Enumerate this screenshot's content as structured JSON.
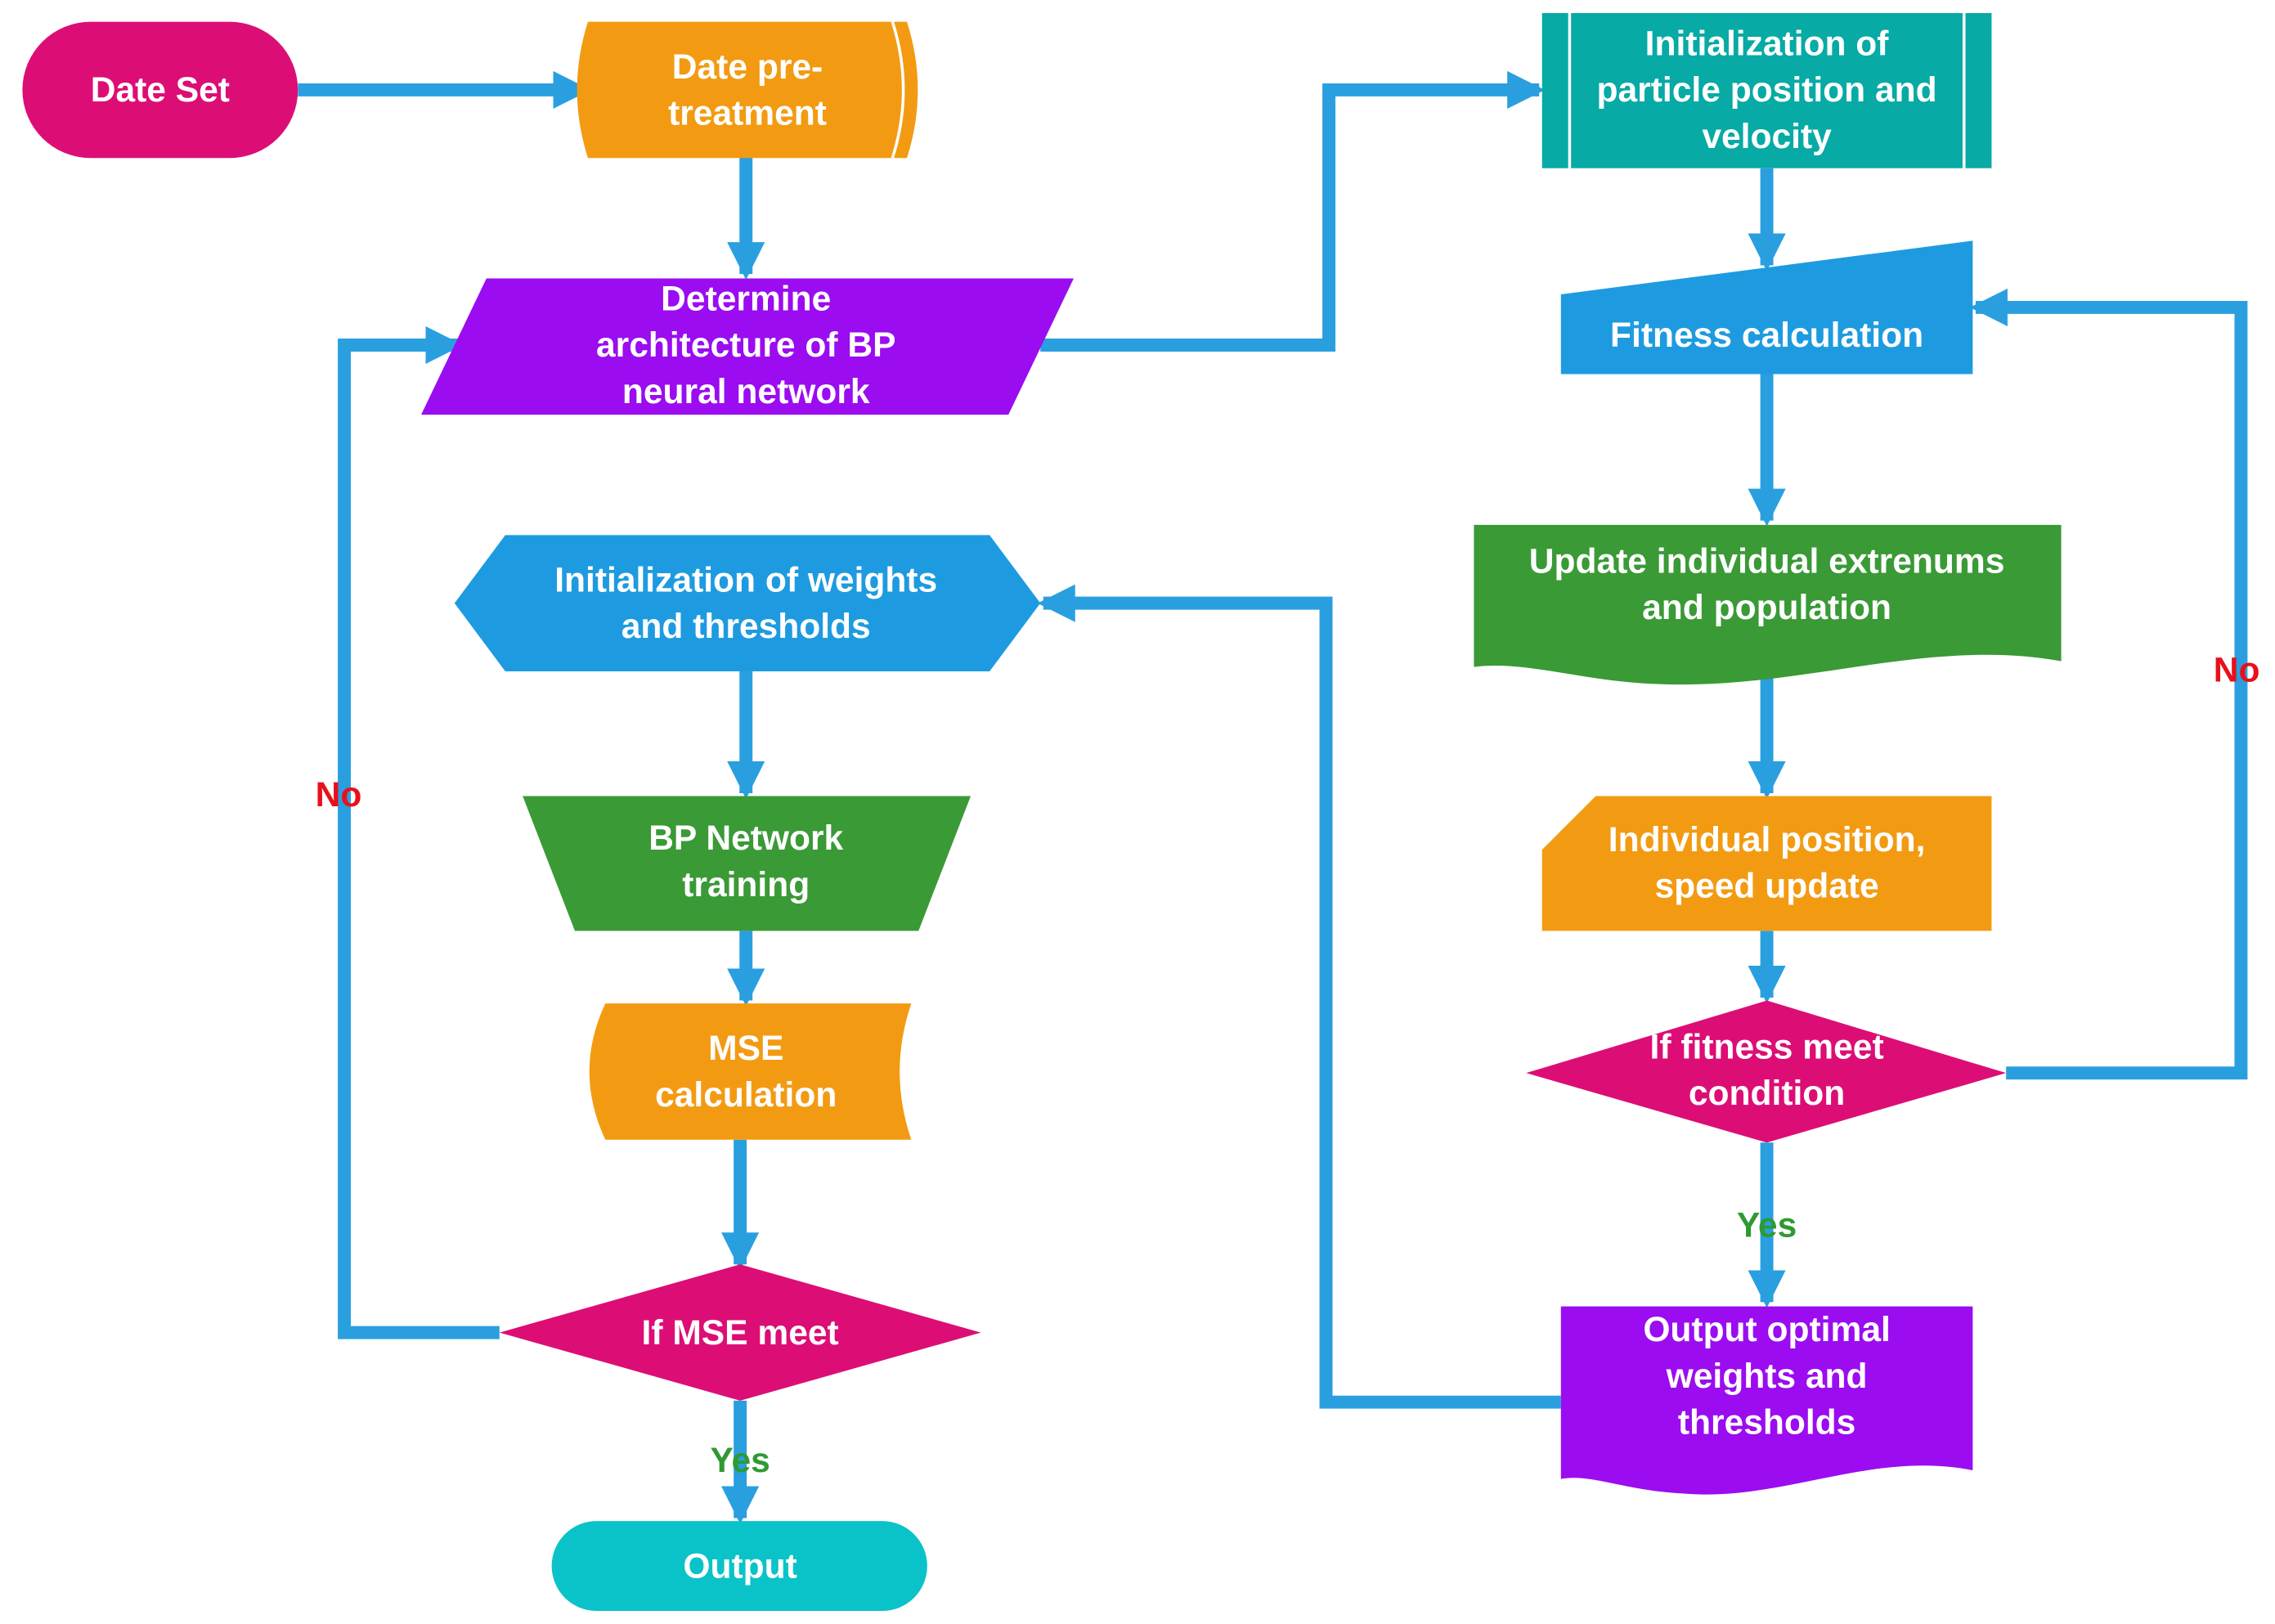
{
  "nodes": {
    "date_set": {
      "lines": [
        "Date Set"
      ],
      "color": "#dc0e75"
    },
    "date_pretreatment": {
      "lines": [
        "Date pre-",
        "treatment"
      ],
      "color": "#f29b12"
    },
    "determine_architecture": {
      "lines": [
        "Determine",
        "architecture of BP",
        "neural network"
      ],
      "color": "#9b0cf0"
    },
    "init_weights": {
      "lines": [
        "Initialization of weights",
        "and thresholds"
      ],
      "color": "#1e9be0"
    },
    "bp_training": {
      "lines": [
        "BP Network",
        "training"
      ],
      "color": "#3a9a36"
    },
    "mse_calculation": {
      "lines": [
        "MSE",
        "calculation"
      ],
      "color": "#f29b12"
    },
    "if_mse_meet": {
      "lines": [
        "If MSE meet"
      ],
      "color": "#dc0e75"
    },
    "output": {
      "lines": [
        "Output"
      ],
      "color": "#0ac3c8"
    },
    "init_particle": {
      "lines": [
        "Initialization of",
        "particle position and",
        "velocity"
      ],
      "color": "#07aaa5"
    },
    "fitness_calculation": {
      "lines": [
        "Fitness calculation"
      ],
      "color": "#1e9be0"
    },
    "update_extrenums": {
      "lines": [
        "Update individual extrenums",
        "and population"
      ],
      "color": "#3a9a36"
    },
    "position_speed_update": {
      "lines": [
        "Individual position,",
        "speed update"
      ],
      "color": "#f29b12"
    },
    "if_fitness_meet": {
      "lines": [
        "If fitness meet",
        "condition"
      ],
      "color": "#dc0e75"
    },
    "output_optimal": {
      "lines": [
        "Output optimal",
        "weights and",
        "thresholds"
      ],
      "color": "#9b0cf0"
    }
  },
  "edge_labels": {
    "left_no": "No",
    "mse_yes": "Yes",
    "right_no": "No",
    "fitness_yes": "Yes"
  },
  "colors": {
    "arrow": "#2a9fe0",
    "yes": "#2e9a33",
    "no": "#e8101a"
  }
}
